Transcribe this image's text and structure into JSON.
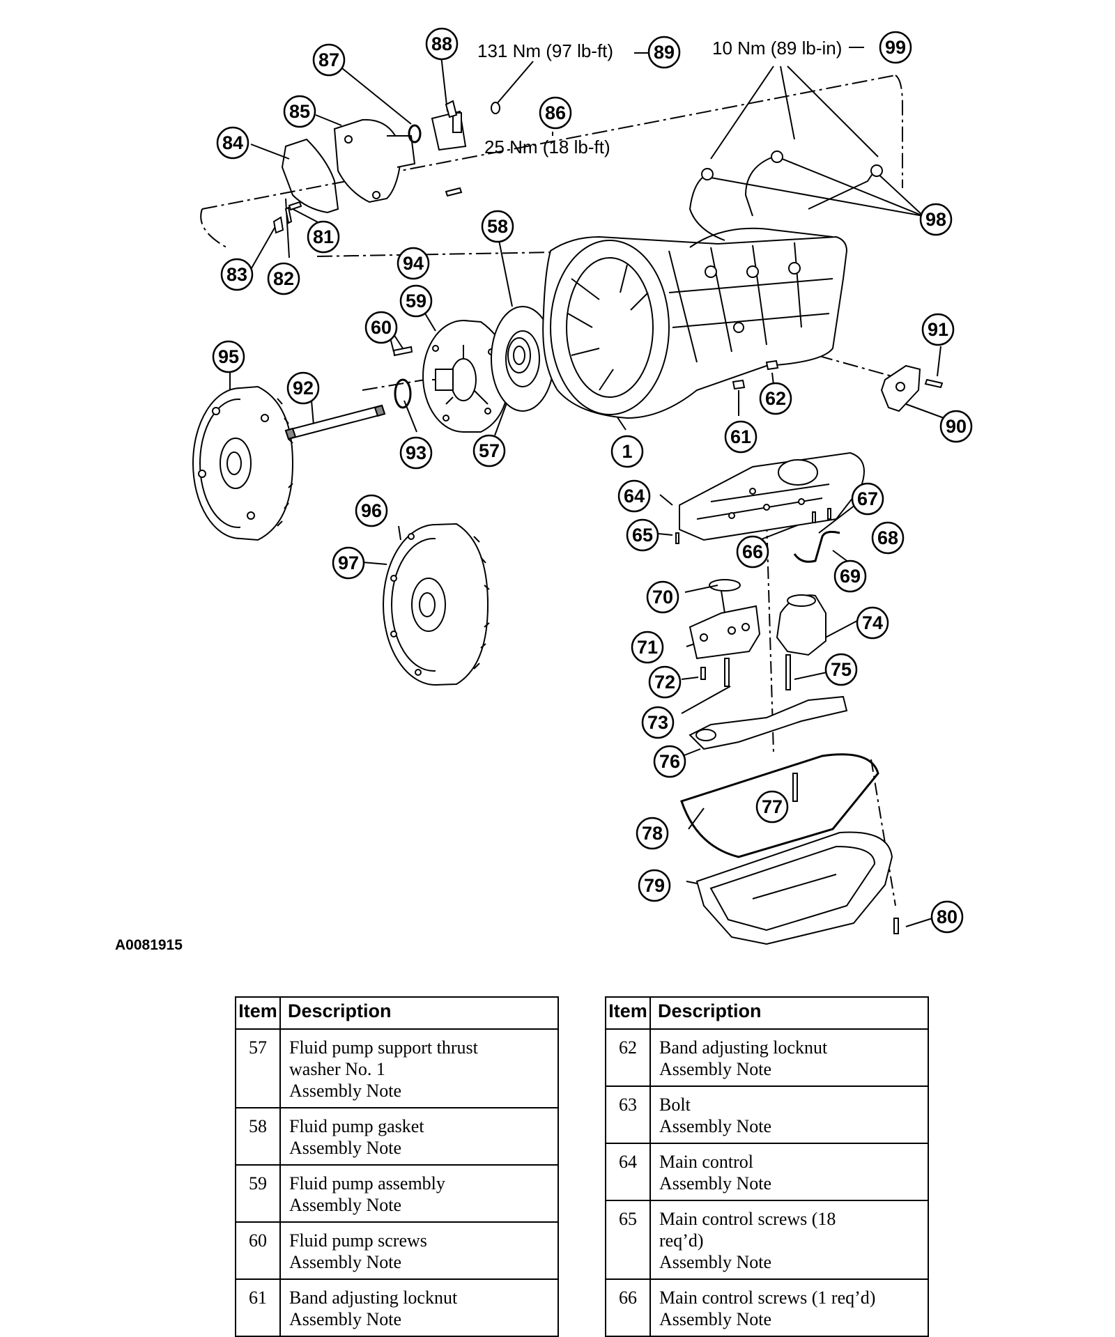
{
  "figure_id": "A0081915",
  "callouts": [
    "1",
    "57",
    "58",
    "59",
    "60",
    "61",
    "62",
    "64",
    "65",
    "66",
    "67",
    "68",
    "69",
    "70",
    "71",
    "72",
    "73",
    "74",
    "75",
    "76",
    "77",
    "78",
    "79",
    "80",
    "81",
    "82",
    "83",
    "84",
    "85",
    "86",
    "87",
    "88",
    "89",
    "90",
    "91",
    "92",
    "93",
    "94",
    "95",
    "96",
    "97",
    "98",
    "99"
  ],
  "torque_specs": {
    "spec_89": "131 Nm (97 lb-ft)",
    "spec_86": "25 Nm (18 lb-ft)",
    "spec_99": "10 Nm (89 lb-in)"
  },
  "tables": [
    {
      "headers": {
        "item": "Item",
        "description": "Description"
      },
      "rows": [
        {
          "item": "57",
          "lines": [
            "Fluid pump support thrust",
            "washer No. 1",
            "Assembly Note"
          ]
        },
        {
          "item": "58",
          "lines": [
            "Fluid pump gasket",
            "Assembly Note"
          ]
        },
        {
          "item": "59",
          "lines": [
            "Fluid pump assembly",
            "Assembly Note"
          ]
        },
        {
          "item": "60",
          "lines": [
            "Fluid pump screws",
            "Assembly Note"
          ]
        },
        {
          "item": "61",
          "lines": [
            "Band adjusting locknut",
            "Assembly Note"
          ]
        }
      ]
    },
    {
      "headers": {
        "item": "Item",
        "description": "Description"
      },
      "rows": [
        {
          "item": "62",
          "lines": [
            "Band adjusting locknut",
            "Assembly Note"
          ]
        },
        {
          "item": "63",
          "lines": [
            "Bolt",
            "Assembly Note"
          ]
        },
        {
          "item": "64",
          "lines": [
            "Main control",
            "Assembly Note"
          ]
        },
        {
          "item": "65",
          "lines": [
            "Main control screws (18",
            "req’d)",
            "Assembly Note"
          ]
        },
        {
          "item": "66",
          "lines": [
            "Main control screws (1 req’d)",
            "Assembly Note"
          ]
        }
      ]
    }
  ]
}
